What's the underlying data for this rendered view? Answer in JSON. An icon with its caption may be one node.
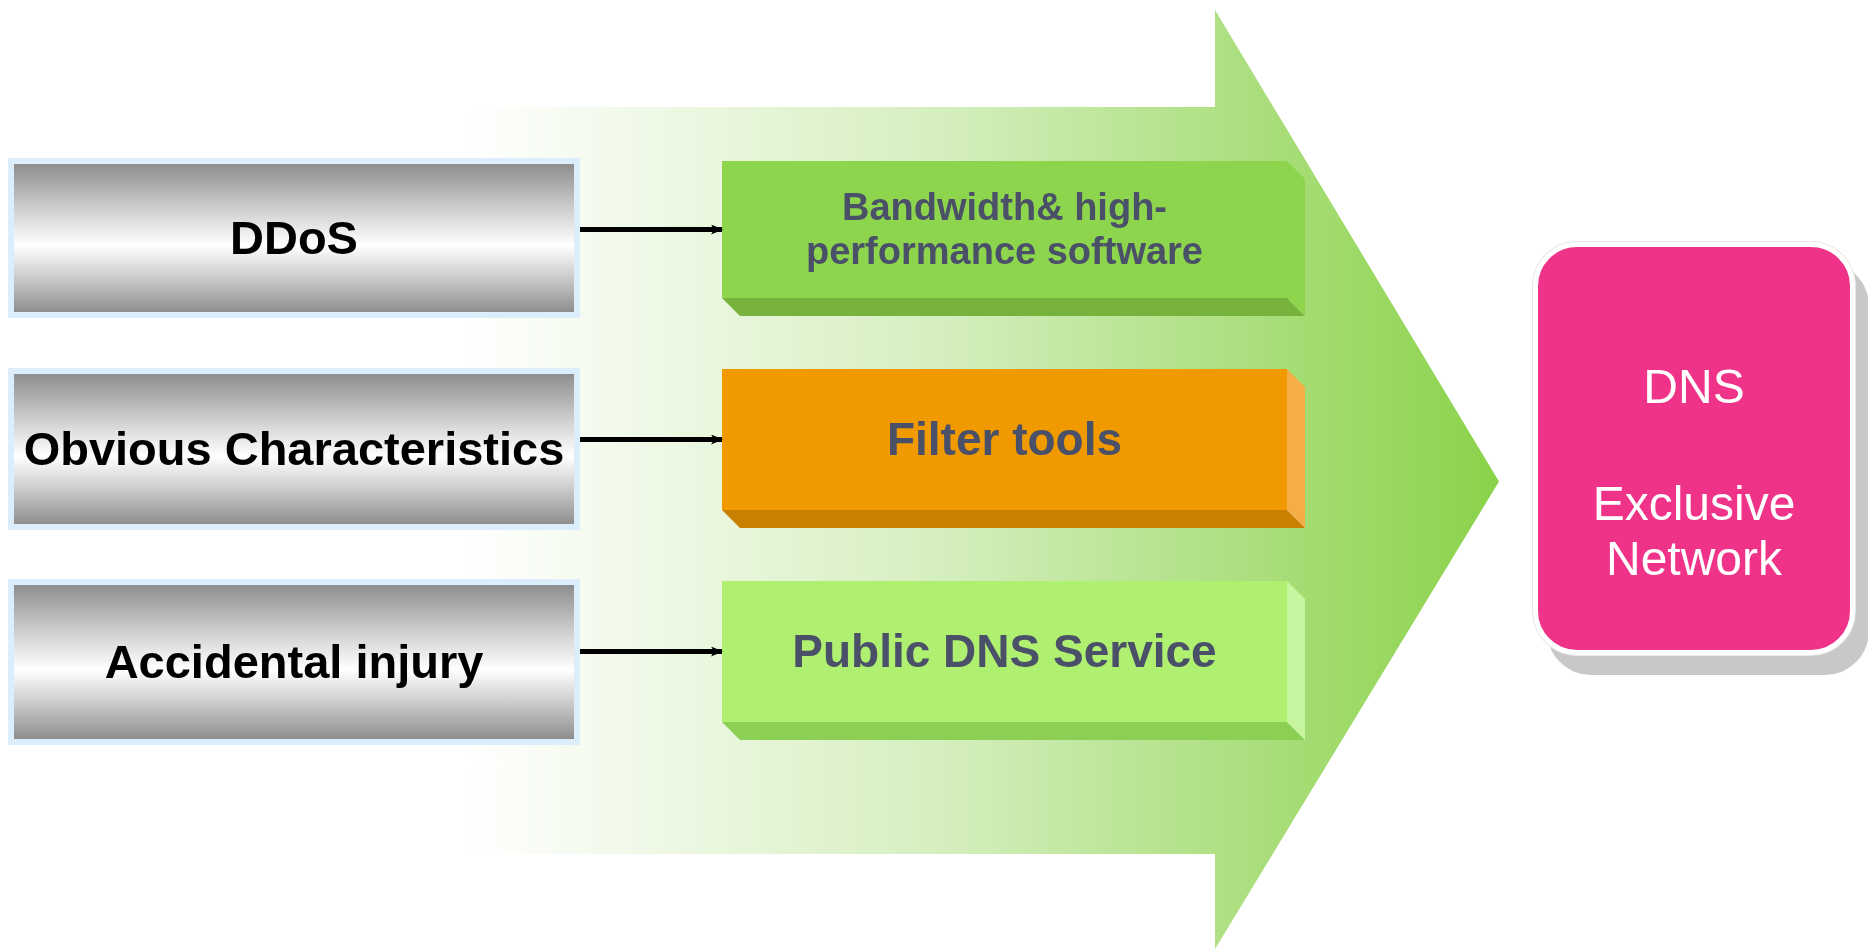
{
  "diagram": {
    "nodes": [
      {
        "text": [
          "DDoS"
        ]
      },
      {
        "text": [
          "Obvious Characteristics"
        ]
      },
      {
        "text": [
          "Accidental injury"
        ]
      },
      {
        "text": [
          "Bandwidth& high-performance software"
        ]
      },
      {
        "text": [
          "Filter tools"
        ]
      },
      {
        "text": [
          "Public DNS Service"
        ]
      },
      {
        "text": [
          "DNS",
          "Exclusive Network"
        ]
      }
    ],
    "edges": [
      {
        "from": 0,
        "to": 3,
        "arrow": "to"
      },
      {
        "from": 1,
        "to": 4,
        "arrow": "to"
      },
      {
        "from": 2,
        "to": 5,
        "arrow": "to"
      },
      {
        "from": null,
        "to": 6,
        "arrow": "to",
        "style": "thick"
      }
    ]
  }
}
